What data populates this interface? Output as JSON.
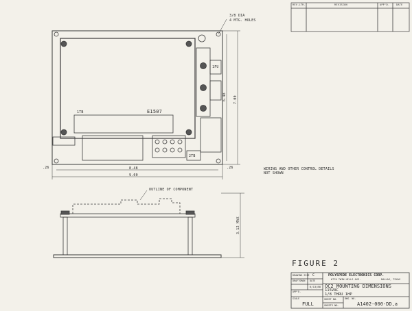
{
  "revision_table": {
    "headers": [
      "REV.LTR.",
      "REVISION",
      "APP'D.",
      "DATE"
    ]
  },
  "top_view": {
    "hole_note_line1": "3/8 DIA",
    "hole_note_line2": "4 MTG. HOLES",
    "board_label_left": "1TB",
    "board_label_right": "E1507",
    "fuse_label": "1FU",
    "terminal_label": "2TB",
    "dim_height_inner": "6.48",
    "dim_height_outer": "7.00",
    "dim_width_inner": "8.48",
    "dim_width_outer": "9.00",
    "dim_offset_left": ".26",
    "dim_offset_bottom": ".26"
  },
  "side_view": {
    "outline_note": "OUTLINE OF COMPONENT",
    "max_height": "3.12 MAX"
  },
  "notes": {
    "line1": "WIRING AND OTHER CONTROL DETAILS",
    "line2": "NOT SHOWN"
  },
  "figure_label": "FIGURE 2",
  "title_block": {
    "company": "POLYSPEDE ELECTRONICS CORP.",
    "address": "6770 TWIN HILLS AVE.",
    "city": "DALLAS, TEXAS",
    "drawing_size_label": "DRAWING SIZE",
    "drawing_size": "C",
    "draftsman_label": "DRAFTSMAN",
    "date_label": "DATE",
    "date_value": "6/13/80",
    "appd_label": "APP'D.",
    "title_line1": "OC2 MOUNTING DIMENSIONS",
    "title_line2": "115VAC",
    "title_line3": "1/8 THRU 1HP",
    "scale_label": "SCALE",
    "scale_value": "FULL",
    "sheet_no_label": "SHEET NO.",
    "sheets_no_label": "SHEETS NO.",
    "dwg_no_label": "DWG. NO.",
    "dwg_no": "A1402-000-DD,a"
  }
}
